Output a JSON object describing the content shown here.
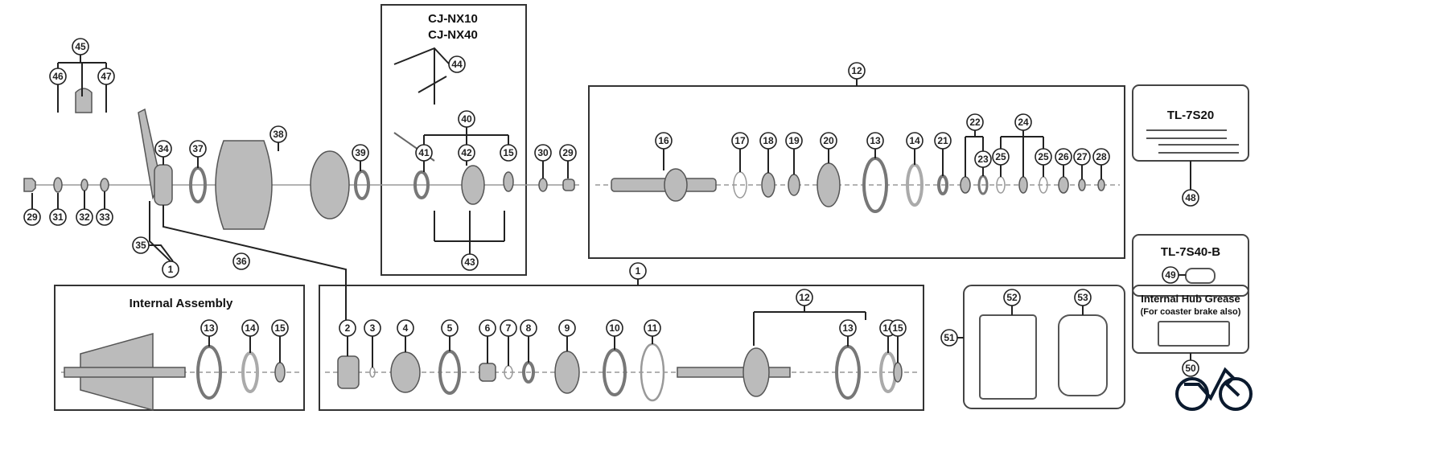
{
  "boxes": {
    "cj_title_1": "CJ-NX10",
    "cj_title_2": "CJ-NX40",
    "internal_assembly": "Internal Assembly",
    "tool_1": "TL-7S20",
    "tool_2": "TL-7S40-B",
    "grease_title": "Internal Hub Grease",
    "grease_subtitle": "(For coaster brake also)"
  },
  "callouts": [
    "45",
    "46",
    "47",
    "29",
    "31",
    "32",
    "33",
    "34",
    "37",
    "38",
    "39",
    "35",
    "36",
    "44",
    "40",
    "41",
    "42",
    "15",
    "43",
    "30",
    "29",
    "12",
    "16",
    "17",
    "18",
    "19",
    "20",
    "13",
    "14",
    "21",
    "22",
    "23",
    "24",
    "25",
    "25",
    "26",
    "27",
    "28",
    "48",
    "49",
    "1",
    "13",
    "14",
    "15",
    "1",
    "2",
    "3",
    "4",
    "5",
    "6",
    "7",
    "8",
    "9",
    "10",
    "11",
    "12",
    "13",
    "14",
    "15",
    "51",
    "52",
    "53",
    "50"
  ],
  "colors": {
    "line": "#222222",
    "part": "#bbbbbb",
    "logo": "#0b1a2e"
  }
}
